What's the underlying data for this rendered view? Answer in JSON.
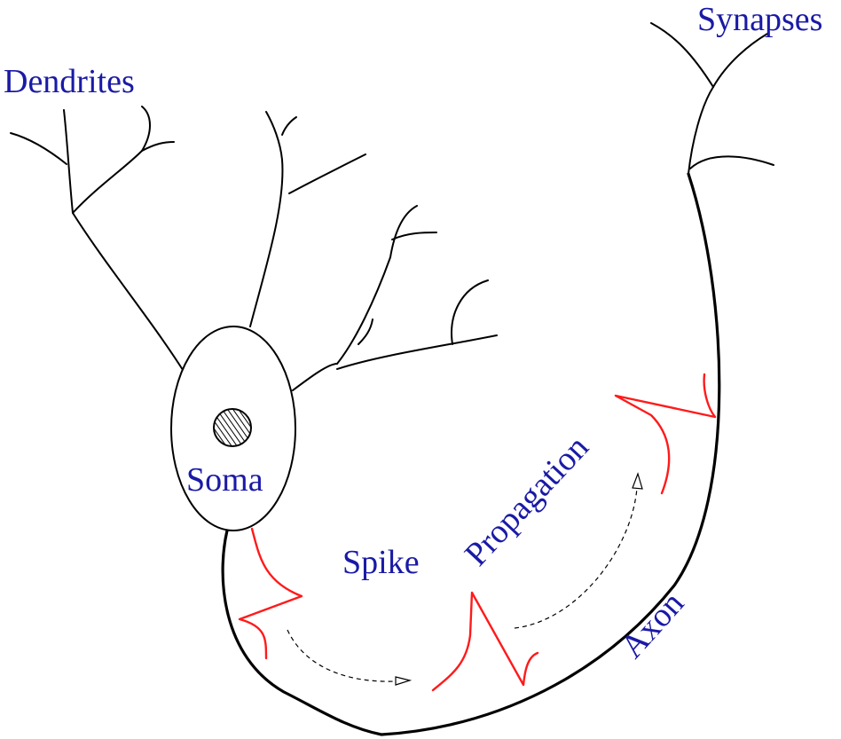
{
  "diagram": {
    "labels": {
      "dendrites": "Dendrites",
      "synapses": "Synapses",
      "soma": "Soma",
      "spike": "Spike",
      "propagation": "Propagation",
      "axon": "Axon"
    },
    "colors": {
      "label_text": "#1a1aa6",
      "spike_trace": "#ff1a1a",
      "outline": "#000000",
      "background": "#ffffff"
    }
  }
}
